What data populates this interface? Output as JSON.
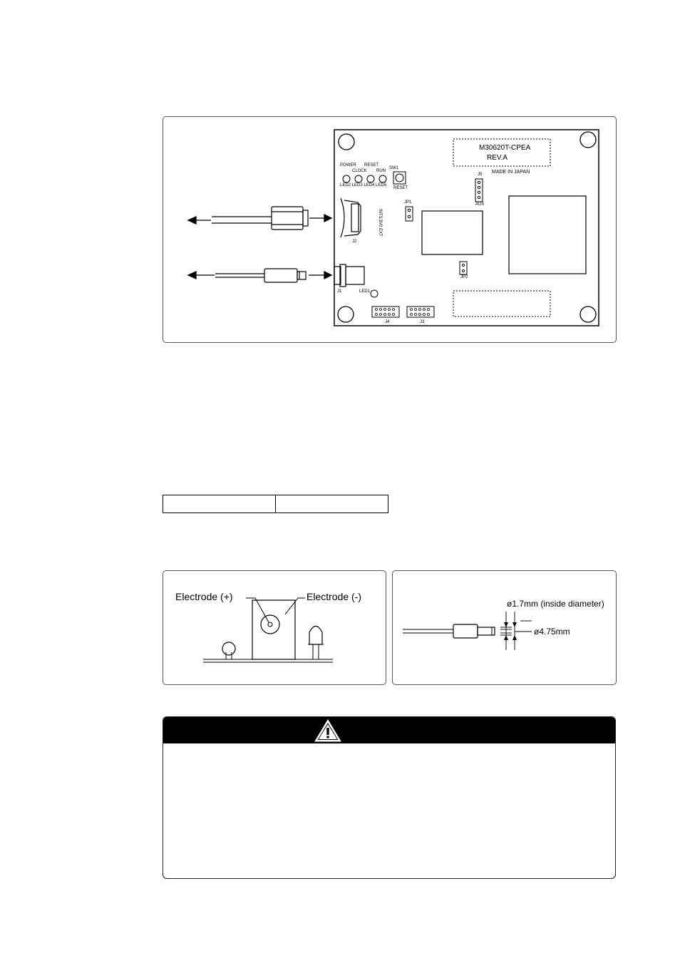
{
  "board": {
    "model": "M30620T-CPEA",
    "revision": "REV.A",
    "made_in": "MADE IN JAPAN",
    "leds_top": [
      "POWER",
      "CLOCK",
      "RESET",
      "RUN"
    ],
    "led_ids": "LED2 LED3 LED4 LED5",
    "sw1": "SW1",
    "reset": "RESET",
    "jp1": "JP1",
    "jp1_modes": "INT3.3V0 EXT",
    "j5": "J5",
    "aux": "AUX",
    "j2": "J2",
    "j1": "J1",
    "led1": "LED1",
    "jp2": "JP2",
    "j4": "J4",
    "j3": "J3"
  },
  "polarity": {
    "electrode_plus": "Electrode (+)",
    "electrode_minus": "Electrode (-)"
  },
  "plug": {
    "inside_diameter": "ø1.7mm (inside diameter)",
    "outside_diameter": "ø4.75mm"
  },
  "colors": {
    "caution_bar": "#000000",
    "frame_border": "#555555"
  }
}
